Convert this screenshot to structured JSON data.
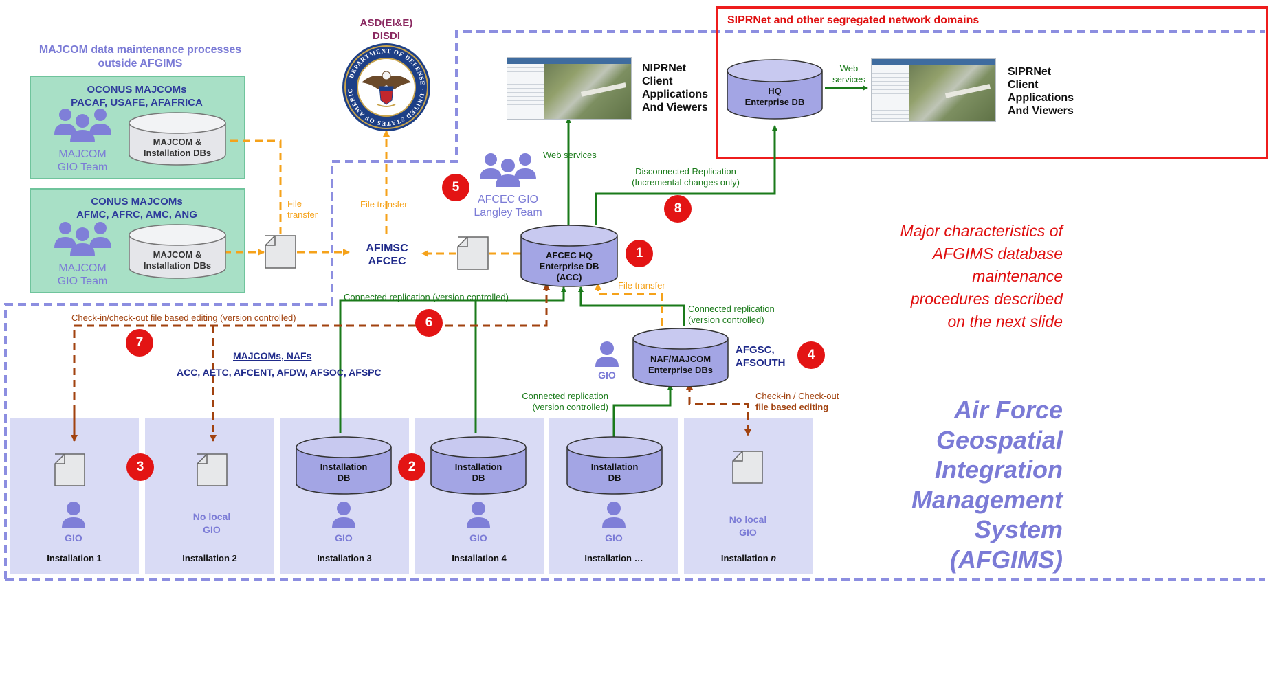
{
  "outer_title": {
    "line1": "MAJCOM data maintenance processes",
    "line2": "outside AFGIMS"
  },
  "oconus": {
    "title1": "OCONUS MAJCOMs",
    "title2": "PACAF, USAFE, AFAFRICA",
    "team1": "MAJCOM",
    "team2": "GIO Team",
    "db1": "MAJCOM &",
    "db2": "Installation DBs"
  },
  "conus": {
    "title1": "CONUS MAJCOMs",
    "title2": "AFMC, AFRC, AMC, ANG",
    "team1": "MAJCOM",
    "team2": "GIO Team",
    "db1": "MAJCOM &",
    "db2": "Installation DBs"
  },
  "asd": {
    "line1": "ASD(EI&E)",
    "line2": "DISDI",
    "seal_text": "DEPARTMENT OF DEFENSE · UNITED STATES OF AMERICA"
  },
  "siprnet_title": "SIPRNet and other segregated network domains",
  "niprnet": {
    "l1": "NIPRNet",
    "l2": "Client",
    "l3": "Applications",
    "l4": "And Viewers"
  },
  "siprnet": {
    "l1": "SIPRNet",
    "l2": "Client",
    "l3": "Applications",
    "l4": "And Viewers"
  },
  "hq_db": {
    "l1": "HQ",
    "l2": "Enterprise DB"
  },
  "web_services_small": {
    "l1": "Web",
    "l2": "services"
  },
  "web_services": "Web services",
  "disconnected": {
    "l1": "Disconnected Replication",
    "l2": "(Incremental changes only)"
  },
  "file_transfer_a": {
    "l1": "File",
    "l2": "transfer"
  },
  "file_transfer_b": "File transfer",
  "file_transfer_c": "File transfer",
  "langley": {
    "l1": "AFCEC GIO",
    "l2": "Langley Team"
  },
  "afimsc": {
    "l1": "AFIMSC",
    "l2": "AFCEC"
  },
  "afcec_db": {
    "l1": "AFCEC HQ",
    "l2": "Enterprise DB",
    "l3": "(ACC)"
  },
  "major_char": {
    "l1": "Major characteristics of",
    "l2": "AFGIMS database",
    "l3": "maintenance",
    "l4": "procedures described",
    "l5": "on the next slide"
  },
  "connected_main": "Connected replication (version controlled)",
  "connected_right": {
    "l1": "Connected replication",
    "l2": "(version controlled)"
  },
  "checkin_main": "Check-in/check-out file based editing (version controlled)",
  "naf_db": {
    "l1": "NAF/MAJCOM",
    "l2": "Enterprise DBs"
  },
  "afgsc": {
    "l1": "AFGSC,",
    "l2": "AFSOUTH"
  },
  "gio": "GIO",
  "majcoms_nafs": {
    "title": "MAJCOMs, NAFs",
    "list": "ACC, AETC, AFCENT, AFDW, AFSOC, AFSPC"
  },
  "connected_bottom": {
    "l1": "Connected replication",
    "l2": "(version controlled)"
  },
  "checkin_right": {
    "l1": "Check-in / Check-out",
    "l2": "file based editing"
  },
  "afgims": {
    "l1": "Air Force",
    "l2": "Geospatial",
    "l3": "Integration",
    "l4": "Management",
    "l5": "System",
    "l6": "(AFGIMS)"
  },
  "installations": [
    {
      "name": "Installation 1",
      "gio": "GIO"
    },
    {
      "name": "Installation 2",
      "gio_l1": "No local",
      "gio_l2": "GIO"
    },
    {
      "name": "Installation 3",
      "gio": "GIO",
      "db1": "Installation",
      "db2": "DB"
    },
    {
      "name": "Installation 4",
      "gio": "GIO",
      "db1": "Installation",
      "db2": "DB"
    },
    {
      "name": "Installation …",
      "gio": "GIO",
      "db1": "Installation",
      "db2": "DB"
    },
    {
      "name_prefix": "Installation ",
      "name_italic": "n",
      "gio_l1": "No local",
      "gio_l2": "GIO"
    }
  ],
  "badges": [
    "1",
    "2",
    "3",
    "4",
    "5",
    "6",
    "7",
    "8"
  ],
  "colors": {
    "purple": "#7b7bd6",
    "navy": "#1f2a8a",
    "green": "#1a7a1a",
    "orange": "#f5a21a",
    "brown": "#a1420f",
    "red": "#e01010",
    "badge": "#e31414"
  }
}
